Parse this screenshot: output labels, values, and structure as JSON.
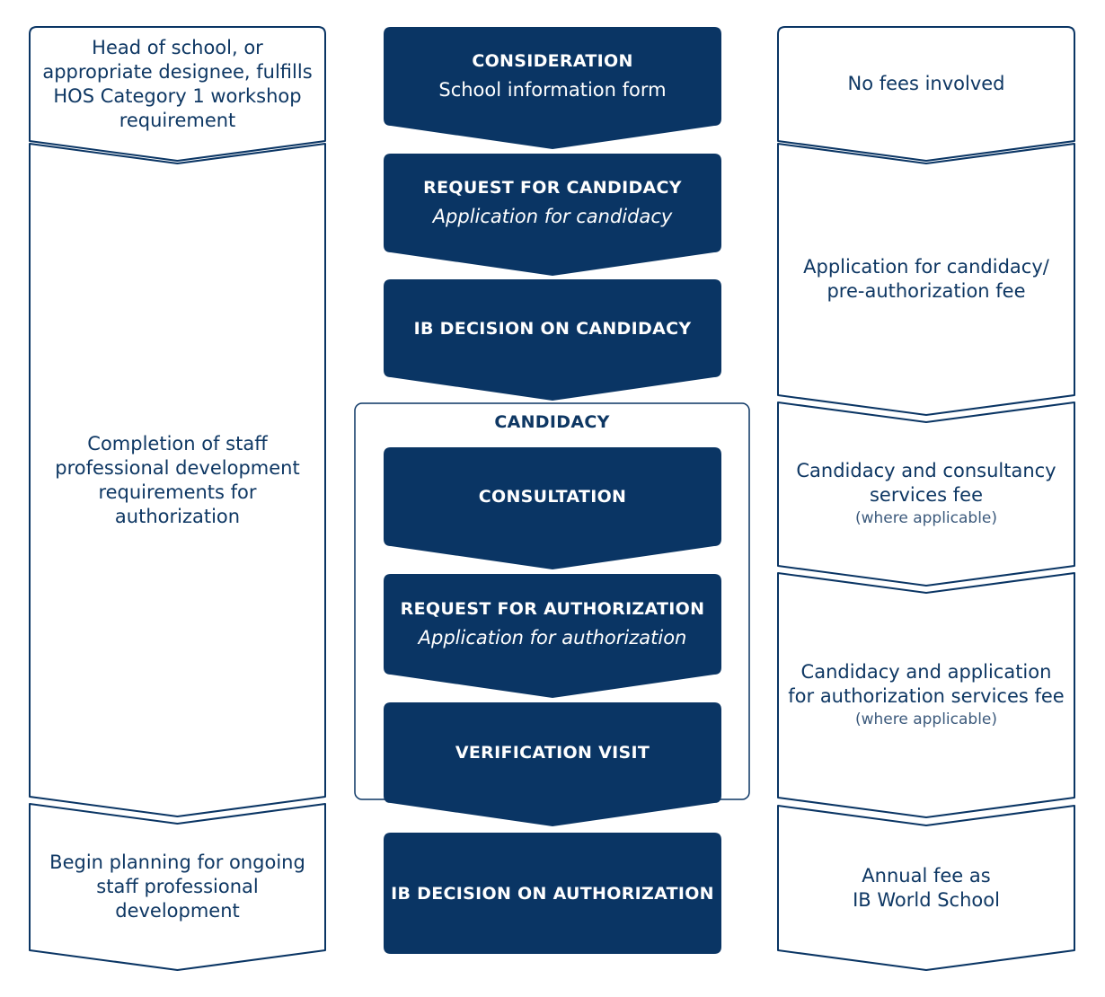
{
  "colors": {
    "navy": "#0a3564",
    "text": "#0e3763",
    "outline": "#0a3564"
  },
  "left": [
    {
      "lines": [
        "Head of school, or",
        "appropriate designee, fulfills",
        "HOS Category 1 workshop",
        "requirement"
      ]
    },
    {
      "lines": [
        "Completion of staff",
        "professional development",
        "requirements for authorization"
      ]
    },
    {
      "lines": [
        "Begin planning for ongoing",
        "staff professional",
        "development"
      ]
    }
  ],
  "center": [
    {
      "title": "CONSIDERATION",
      "sub": "School information form",
      "italic": false
    },
    {
      "title": "REQUEST FOR CANDIDACY",
      "sub": "Application for candidacy",
      "italic": true
    },
    {
      "title": "IB DECISION ON CANDIDACY",
      "sub": "",
      "italic": false
    },
    {
      "title": "CONSULTATION",
      "sub": "",
      "italic": false
    },
    {
      "title": "REQUEST FOR AUTHORIZATION",
      "sub": "Application for authorization",
      "italic": true
    },
    {
      "title": "VERIFICATION VISIT",
      "sub": "",
      "italic": false
    },
    {
      "title": "IB DECISION ON AUTHORIZATION",
      "sub": "",
      "italic": false
    }
  ],
  "group": {
    "label": "CANDIDACY"
  },
  "right": [
    {
      "lines": [
        "No fees involved"
      ],
      "note": ""
    },
    {
      "lines": [
        "Application for candidacy/",
        "pre-authorization fee"
      ],
      "note": ""
    },
    {
      "lines": [
        "Candidacy and consultancy",
        "services fee"
      ],
      "note": "(where applicable)"
    },
    {
      "lines": [
        "Candidacy and application",
        "for authorization services fee"
      ],
      "note": "(where applicable)"
    },
    {
      "lines": [
        "Annual fee as",
        "IB World School"
      ],
      "note": ""
    }
  ]
}
